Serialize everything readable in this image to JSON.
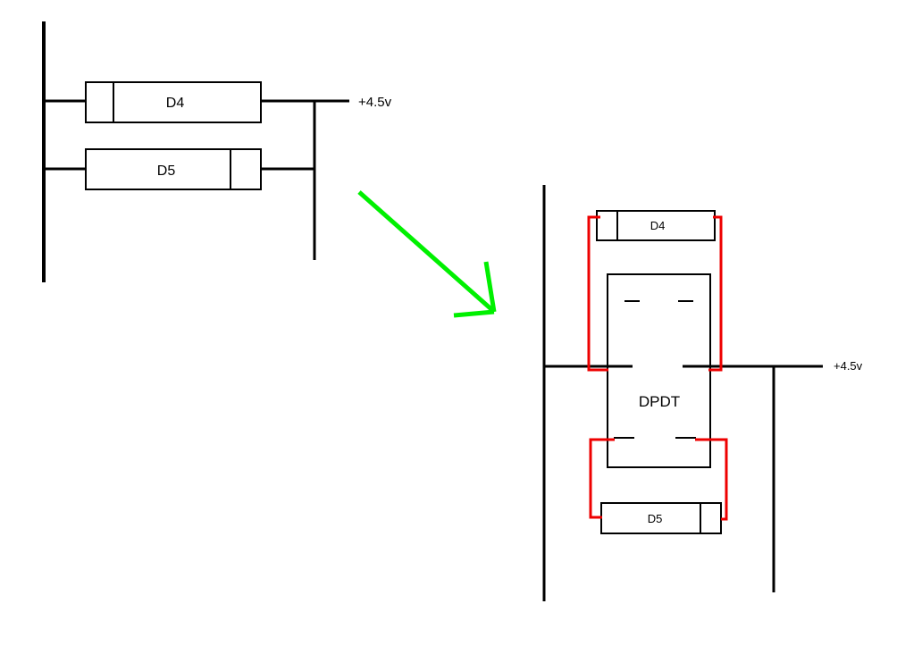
{
  "diagram": {
    "colors": {
      "background": "#ffffff",
      "wire": "#000000",
      "component_fill": "#ffffff",
      "rewire": "#ee0000",
      "arrow": "#00f000",
      "text": "#000000"
    },
    "before": {
      "d4_label": "D4",
      "d5_label": "D5",
      "supply_label": "+4.5v"
    },
    "after": {
      "d4_label": "D4",
      "switch_label": "DPDT",
      "d5_label": "D5",
      "supply_label": "+4.5v"
    }
  }
}
